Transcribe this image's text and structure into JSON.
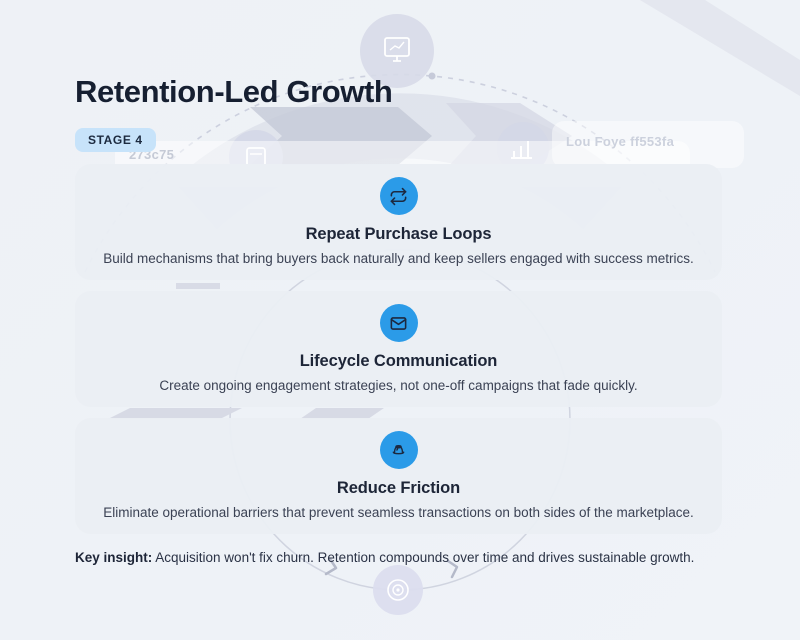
{
  "page": {
    "title": "Retention-Led Growth",
    "stage_badge": "STAGE 4"
  },
  "cards": [
    {
      "icon": "repeat-icon",
      "title": "Repeat Purchase Loops",
      "description": "Build mechanisms that bring buyers back naturally and keep sellers engaged with success metrics."
    },
    {
      "icon": "envelope-icon",
      "title": "Lifecycle Communication",
      "description": "Create ongoing engagement strategies, not one-off campaigns that fade quickly."
    },
    {
      "icon": "reduce-friction-icon",
      "title": "Reduce Friction",
      "description": "Eliminate operational barriers that prevent seamless transactions on both sides of the marketplace."
    }
  ],
  "key_insight": {
    "label": "Key insight:",
    "text": " Acquisition won't fix churn. Retention compounds over time and drives sustainable growth."
  },
  "watermarks": {
    "code_left": "273c75",
    "code_right": "Lou Foye ff553fa"
  },
  "colors": {
    "accent_blue": "#2B9BE8",
    "badge_bg": "#C7E3FA",
    "badge_text": "#1C2A3F",
    "title_text": "#161F31",
    "card_bg": "#EAEEF4",
    "page_bg": "#EEF1F6",
    "icon_stroke": "#1C2940",
    "watermark_gray": "#C8CCDA"
  }
}
